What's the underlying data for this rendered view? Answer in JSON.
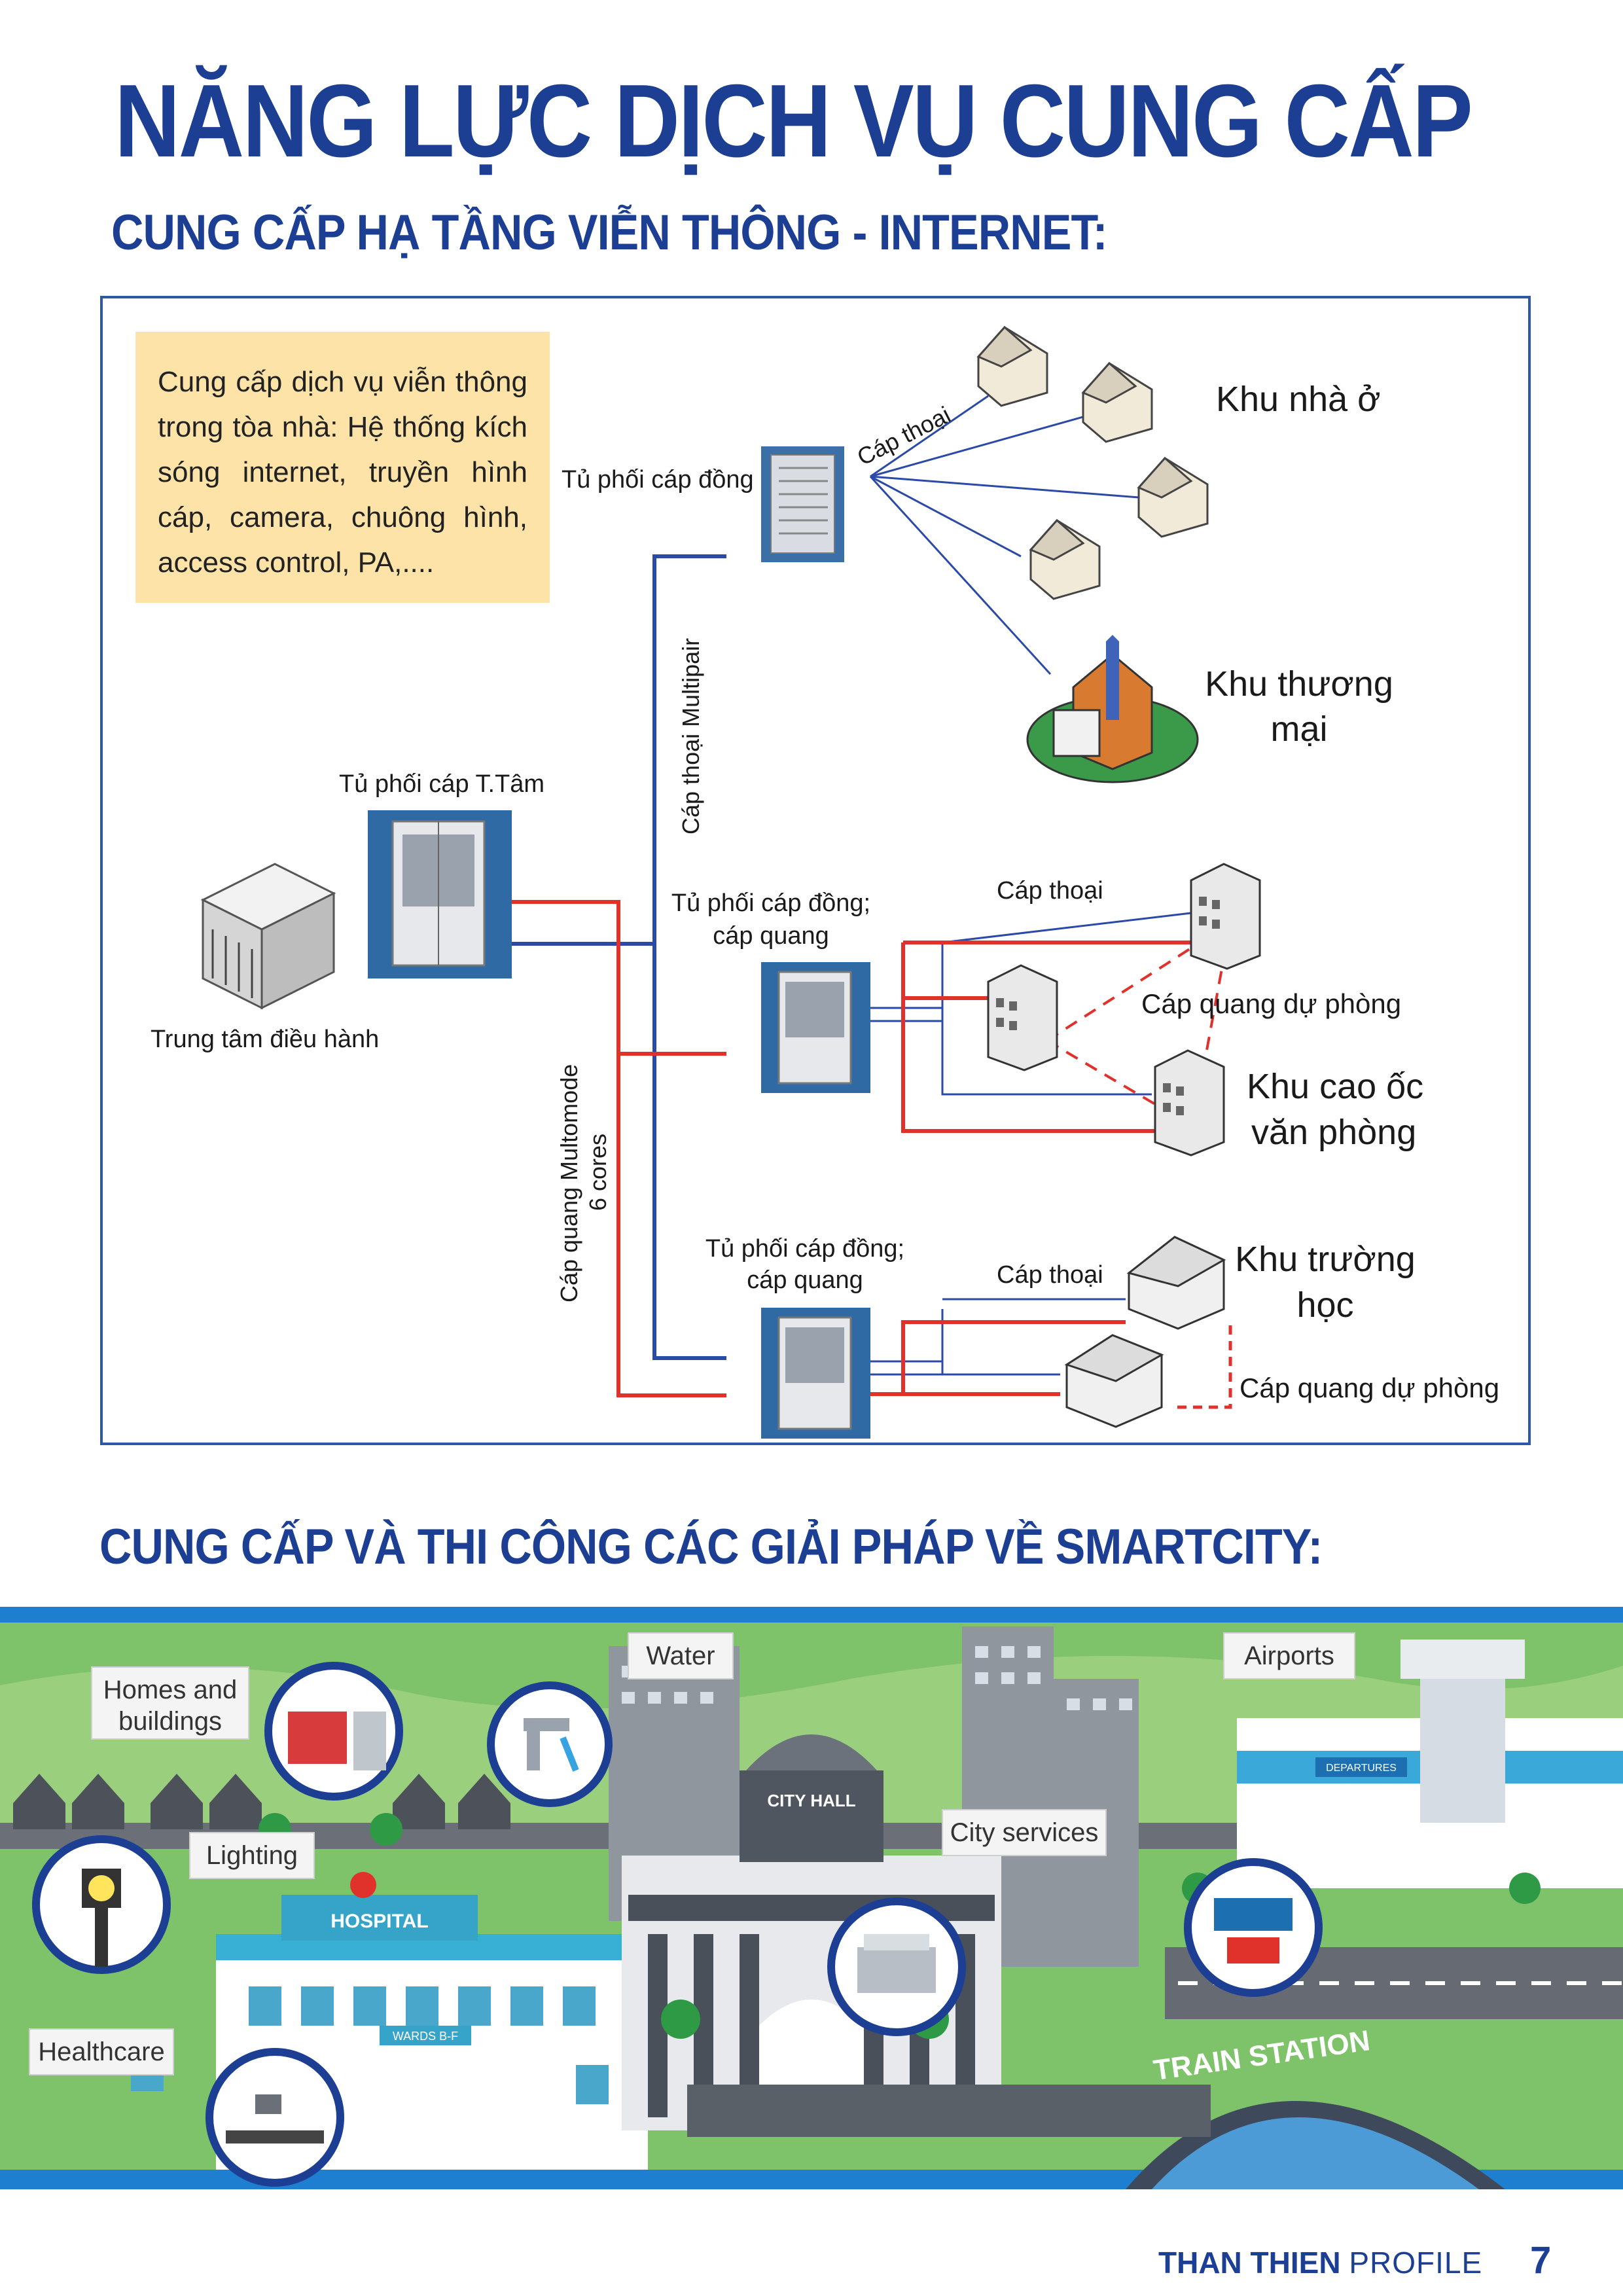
{
  "title": "NĂNG LỰC DỊCH VỤ CUNG CẤP",
  "section1_title": "CUNG CẤP HẠ TẦNG VIỄN THÔNG - INTERNET:",
  "note_text": "Cung cấp dịch vụ viễn thông trong tòa nhà: Hệ thống kích sóng internet, truyền hình cáp, camera, chuông hình, access control, PA,....",
  "diagram": {
    "copper_cabinet": "Tủ phối cáp đồng",
    "phone_cable": "Cáp thoại",
    "residential": "Khu nhà ở",
    "commercial_line1": "Khu thương",
    "commercial_line2": "mại",
    "multipair": "Cáp thoại Multipair",
    "central_cabinet": "Tủ phối cáp T.Tâm",
    "control_center": "Trung tâm điều hành",
    "multimode_line1": "Cáp quang  Multomode",
    "multimode_line2": "6 cores",
    "cabinet_mid_line1": "Tủ phối cáp đồng;",
    "cabinet_mid_line2": "cáp quang",
    "phone_cable_mid": "Cáp thoại",
    "backup_fiber_mid": "Cáp quang dự phòng",
    "office_line1": "Khu cao ốc",
    "office_line2": "văn phòng",
    "cabinet_bot_line1": "Tủ phối cáp đồng;",
    "cabinet_bot_line2": "cáp quang",
    "phone_cable_bot": "Cáp thoại",
    "school_line1": "Khu trường",
    "school_line2": "học",
    "backup_fiber_bot": "Cáp quang dự phòng"
  },
  "section2_title": "CUNG CẤP VÀ THI CÔNG CÁC GIẢI PHÁP VỀ SMARTCITY:",
  "smartcity": {
    "homes_line1": "Homes and",
    "homes_line2": "buildings",
    "water": "Water",
    "airports": "Airports",
    "lighting": "Lighting",
    "hospital": "HOSPITAL",
    "city_hall": "CITY HALL",
    "city_services": "City services",
    "healthcare": "Healthcare",
    "train_station": "TRAIN STATION",
    "departures": "DEPARTURES",
    "wards": "WARDS B-F"
  },
  "footer": {
    "brand": "THAN THIEN",
    "profile": "PROFILE",
    "page": "7"
  },
  "colors": {
    "brand_blue": "#1c3f94",
    "red_cable": "#e0312b",
    "blue_cable": "#2b4aa8",
    "note_bg": "#fde3a7"
  }
}
